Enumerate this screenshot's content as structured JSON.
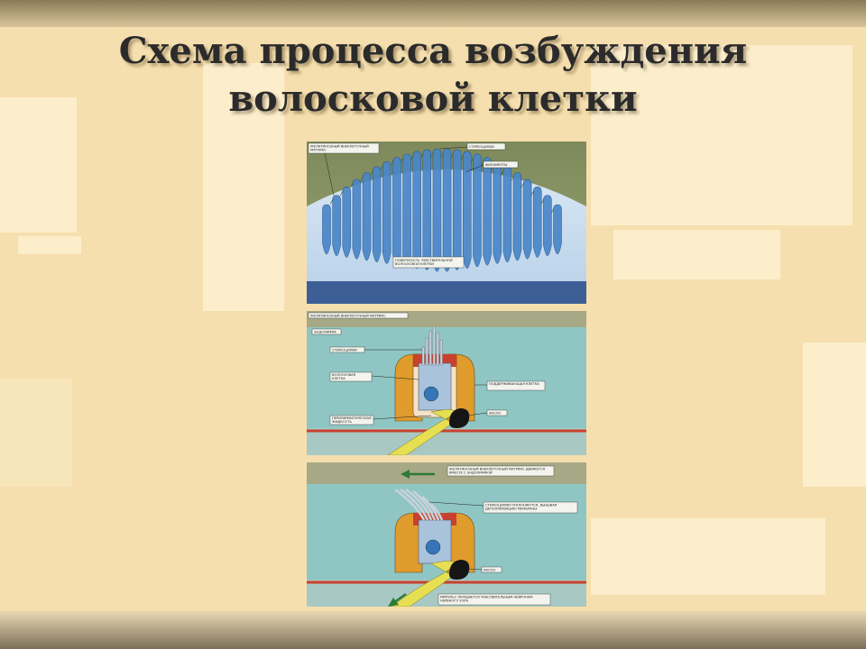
{
  "slide": {
    "title_line1": "Схема процесса возбуждения",
    "title_line2": "волосковой клетки"
  },
  "colors": {
    "background": "#f6dfae",
    "cilia": "#4a86c8",
    "endolymph": "#8fc6c3",
    "support_cell": "#e09b2d",
    "nerve": "#e6df52",
    "membrane": "#c9412e"
  },
  "panels": [
    {
      "name": "cilia-cross-section",
      "labels": [
        "ЖЕЛАТИНОЗНЫЙ ВНЕКЛЕТОЧНЫЙ МАТРИКС",
        "СТЕРЕОЦИЛИИ",
        "ФИЛАМЕНТЫ",
        "ПОВЕРХНОСТЬ ЧУВСТВИТЕЛЬНОЙ ВОЛОСКОВОЙ КЛЕТКИ"
      ]
    },
    {
      "name": "hair-cell-resting",
      "labels": [
        "ЖЕЛАТИНОЗНЫЙ ВНЕКЛЕТОЧНЫЙ МАТРИКС",
        "ЭНДОЛИМФА",
        "СТЕРЕОЦИЛИИ",
        "ВОЛОСКОВАЯ КЛЕТКА",
        "ПОДДЕРЖИВАЮЩАЯ КЛЕТКА",
        "ПЕРИЛИМФАТИЧЕСКАЯ ЖИДКОСТЬ",
        "АКСОН"
      ]
    },
    {
      "name": "hair-cell-excited",
      "labels": [
        "ЖЕЛАТИНОЗНЫЙ ВНЕКЛЕТОЧНЫЙ МАТРИКС ДВИЖЕТСЯ ВМЕСТЕ С ЭНДОЛИМФОЙ",
        "СТЕРЕОЦИЛИИ ОТКЛОНЯЮТСЯ, ВЫЗЫВАЯ ДЕПОЛЯРИЗАЦИЮ МЕМБРАНЫ",
        "АКСОН",
        "ИМПУЛЬС ПЕРЕДАЕТСЯ ЧУВСТВИТЕЛЬНЫМ НЕЙРОНАМ НЕРВНОГО УЗЛА"
      ]
    }
  ]
}
